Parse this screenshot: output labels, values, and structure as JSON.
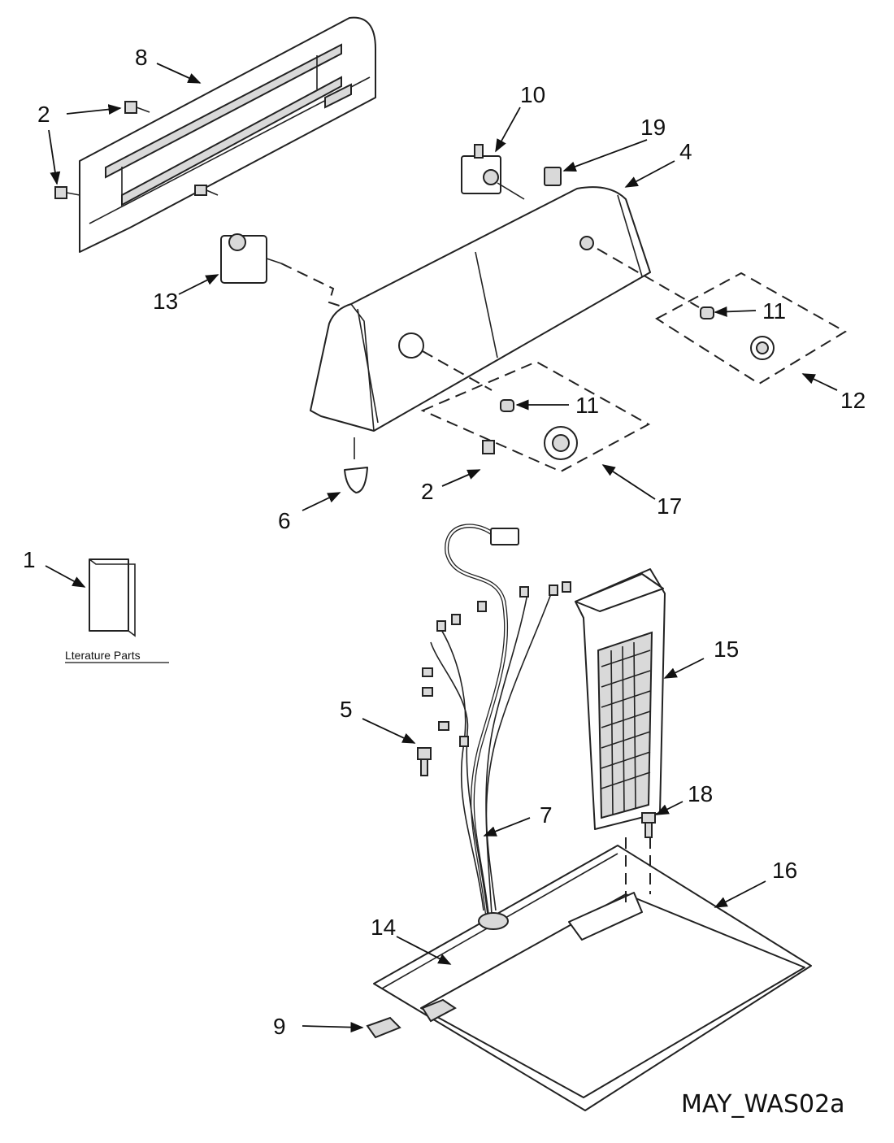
{
  "diagram": {
    "diagram_code": "MAY_WAS02a",
    "literature_label": "Lterature Parts",
    "callouts": [
      "1",
      "2",
      "2",
      "4",
      "5",
      "6",
      "7",
      "8",
      "9",
      "10",
      "11",
      "11",
      "12",
      "13",
      "14",
      "15",
      "16",
      "17",
      "18",
      "19"
    ]
  }
}
